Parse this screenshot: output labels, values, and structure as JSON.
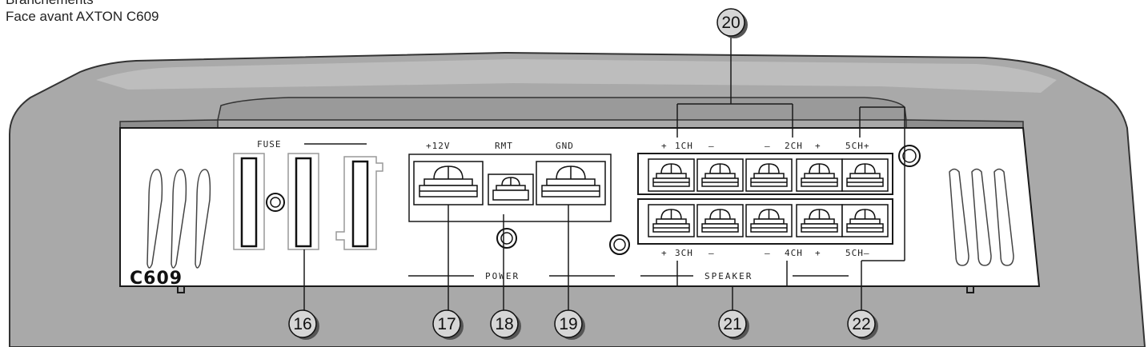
{
  "caption": {
    "truncated_line": "Branchements",
    "title": "Face avant AXTON C609"
  },
  "model": "C609",
  "labels": {
    "fuse": "FUSE",
    "v12": "+12V",
    "rmt": "RMT",
    "gnd": "GND",
    "power": "POWER",
    "speaker": "SPEAKER",
    "top_row": {
      "ch1_plus": "+",
      "ch1": "1CH",
      "ch1_minus": "–",
      "ch2_minus": "–",
      "ch2": "2CH",
      "ch2_plus": "+",
      "ch5_plus": "5CH+"
    },
    "bottom_row": {
      "ch3_plus": "+",
      "ch3": "3CH",
      "ch3_minus": "–",
      "ch4_minus": "–",
      "ch4": "4CH",
      "ch4_plus": "+",
      "ch5_minus": "5CH–"
    }
  },
  "callouts": {
    "c16": "16",
    "c17": "17",
    "c18": "18",
    "c19": "19",
    "c20": "20",
    "c21": "21",
    "c22": "22"
  },
  "colors": {
    "housing": "#a9a9a9",
    "housing_dark": "#8e8e8e",
    "panel": "#ffffff",
    "line": "#1a1a1a",
    "callout_fill": "#d6d6d6"
  }
}
